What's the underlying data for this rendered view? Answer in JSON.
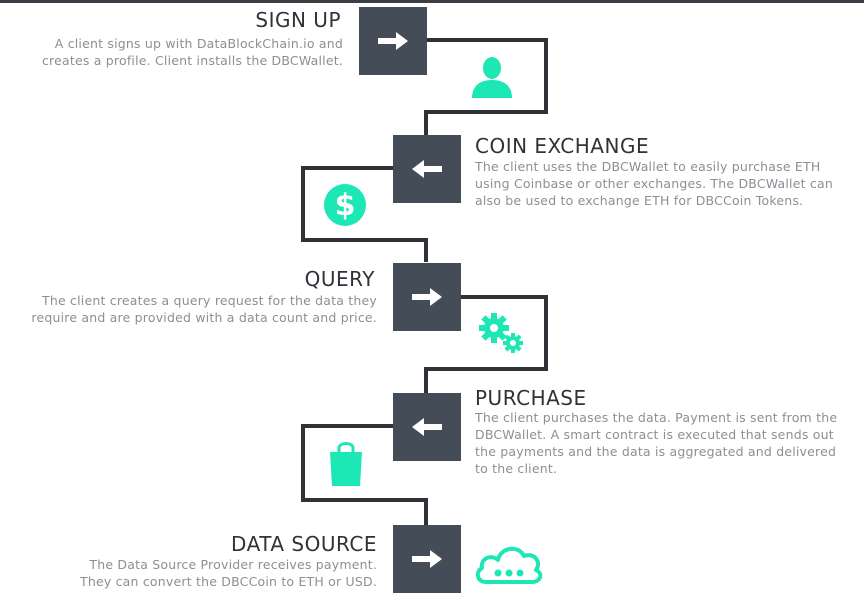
{
  "steps": [
    {
      "title": "SIGN UP",
      "lines": [
        "A client signs up with DataBlockChain.io and",
        "creates a profile. Client installs the DBCWallet."
      ],
      "arrow": "right",
      "icon": "user-icon"
    },
    {
      "title": "COIN EXCHANGE",
      "lines": [
        "The client uses the DBCWallet to easily purchase ETH",
        "using Coinbase or other exchanges. The DBCWallet can",
        "also be used to exchange ETH for DBCCoin Tokens."
      ],
      "arrow": "left",
      "icon": "dollar-coin-icon"
    },
    {
      "title": "QUERY",
      "lines": [
        "The client creates a query request for the data they",
        "require and are provided with a data count and price."
      ],
      "arrow": "right",
      "icon": "gears-icon"
    },
    {
      "title": "PURCHASE",
      "lines": [
        "The client purchases the data. Payment is sent from the",
        "DBCWallet. A smart contract is executed that sends out",
        "the payments and the data is aggregated and delivered",
        "to the client."
      ],
      "arrow": "left",
      "icon": "shopping-bag-icon"
    },
    {
      "title": "DATA SOURCE",
      "lines": [
        "The Data Source Provider receives payment.",
        "They can convert the DBCCoin to ETH or USD."
      ],
      "arrow": "right",
      "icon": "cloud-icon"
    }
  ],
  "colors": {
    "box": "#434c57",
    "line": "#2f3338",
    "accent": "#1de8b5",
    "title": "#2f3338",
    "text": "#8a9096"
  }
}
